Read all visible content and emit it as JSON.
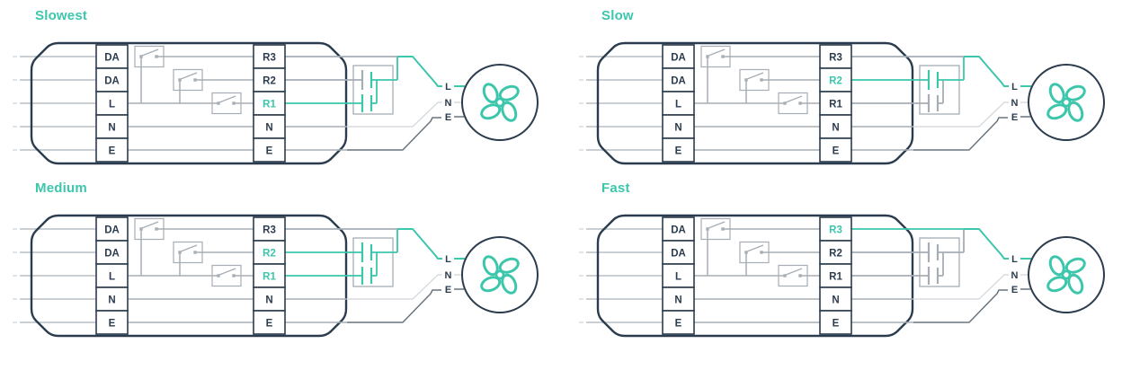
{
  "colors": {
    "accent": "#3CC6AB",
    "navy": "#2B3C4E",
    "wire": "#A6ADB4",
    "wire_light": "#D9DCDF",
    "wire_dark": "#68747F",
    "stub": "#B9BFC5",
    "stub_dash": "#D6DADD",
    "white": "#FFFFFF"
  },
  "terminals": {
    "left": [
      "DA",
      "DA",
      "L",
      "N",
      "E"
    ],
    "right": [
      "R3",
      "R2",
      "R1",
      "N",
      "E"
    ],
    "fan": [
      "L",
      "N",
      "E"
    ]
  },
  "diagrams": [
    {
      "label": "Slowest",
      "active": [
        "R1"
      ]
    },
    {
      "label": "Slow",
      "active": [
        "R2"
      ]
    },
    {
      "label": "Medium",
      "active": [
        "R2",
        "R1"
      ]
    },
    {
      "label": "Fast",
      "active": [
        "R3"
      ]
    }
  ],
  "icons": {
    "fan": "fan-propeller-icon",
    "relay": "open-switch-icon",
    "capacitor": "capacitor-icon"
  }
}
